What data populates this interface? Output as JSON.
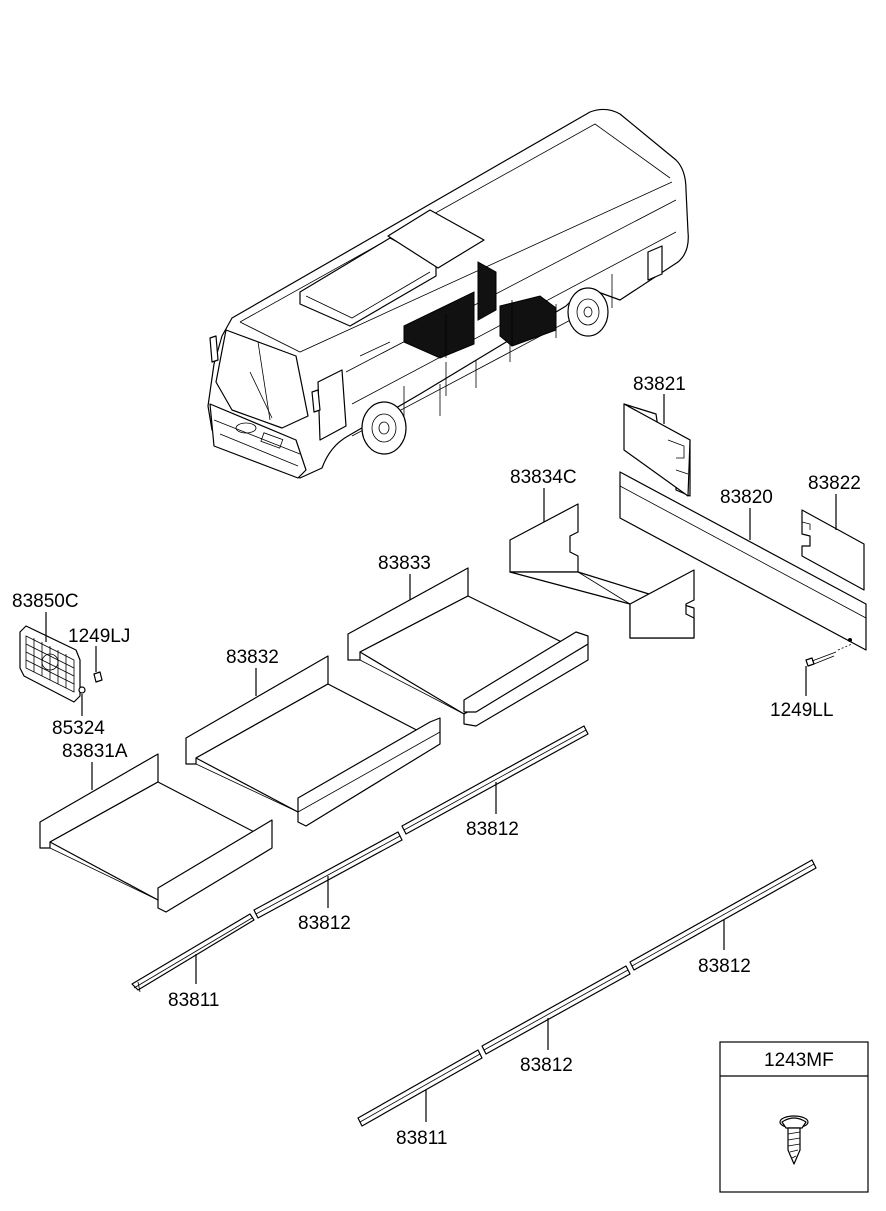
{
  "labels": {
    "p83821": "83821",
    "p83834c": "83834C",
    "p83820": "83820",
    "p83822": "83822",
    "p83833": "83833",
    "p83850c": "83850C",
    "p1249lj": "1249LJ",
    "p83832": "83832",
    "p85324": "85324",
    "p83831a": "83831A",
    "p1249ll": "1249LL",
    "p83812a": "83812",
    "p83812b": "83812",
    "p83812c": "83812",
    "p83812d": "83812",
    "p83811a": "83811",
    "p83811b": "83811",
    "p1243mf": "1243MF"
  }
}
